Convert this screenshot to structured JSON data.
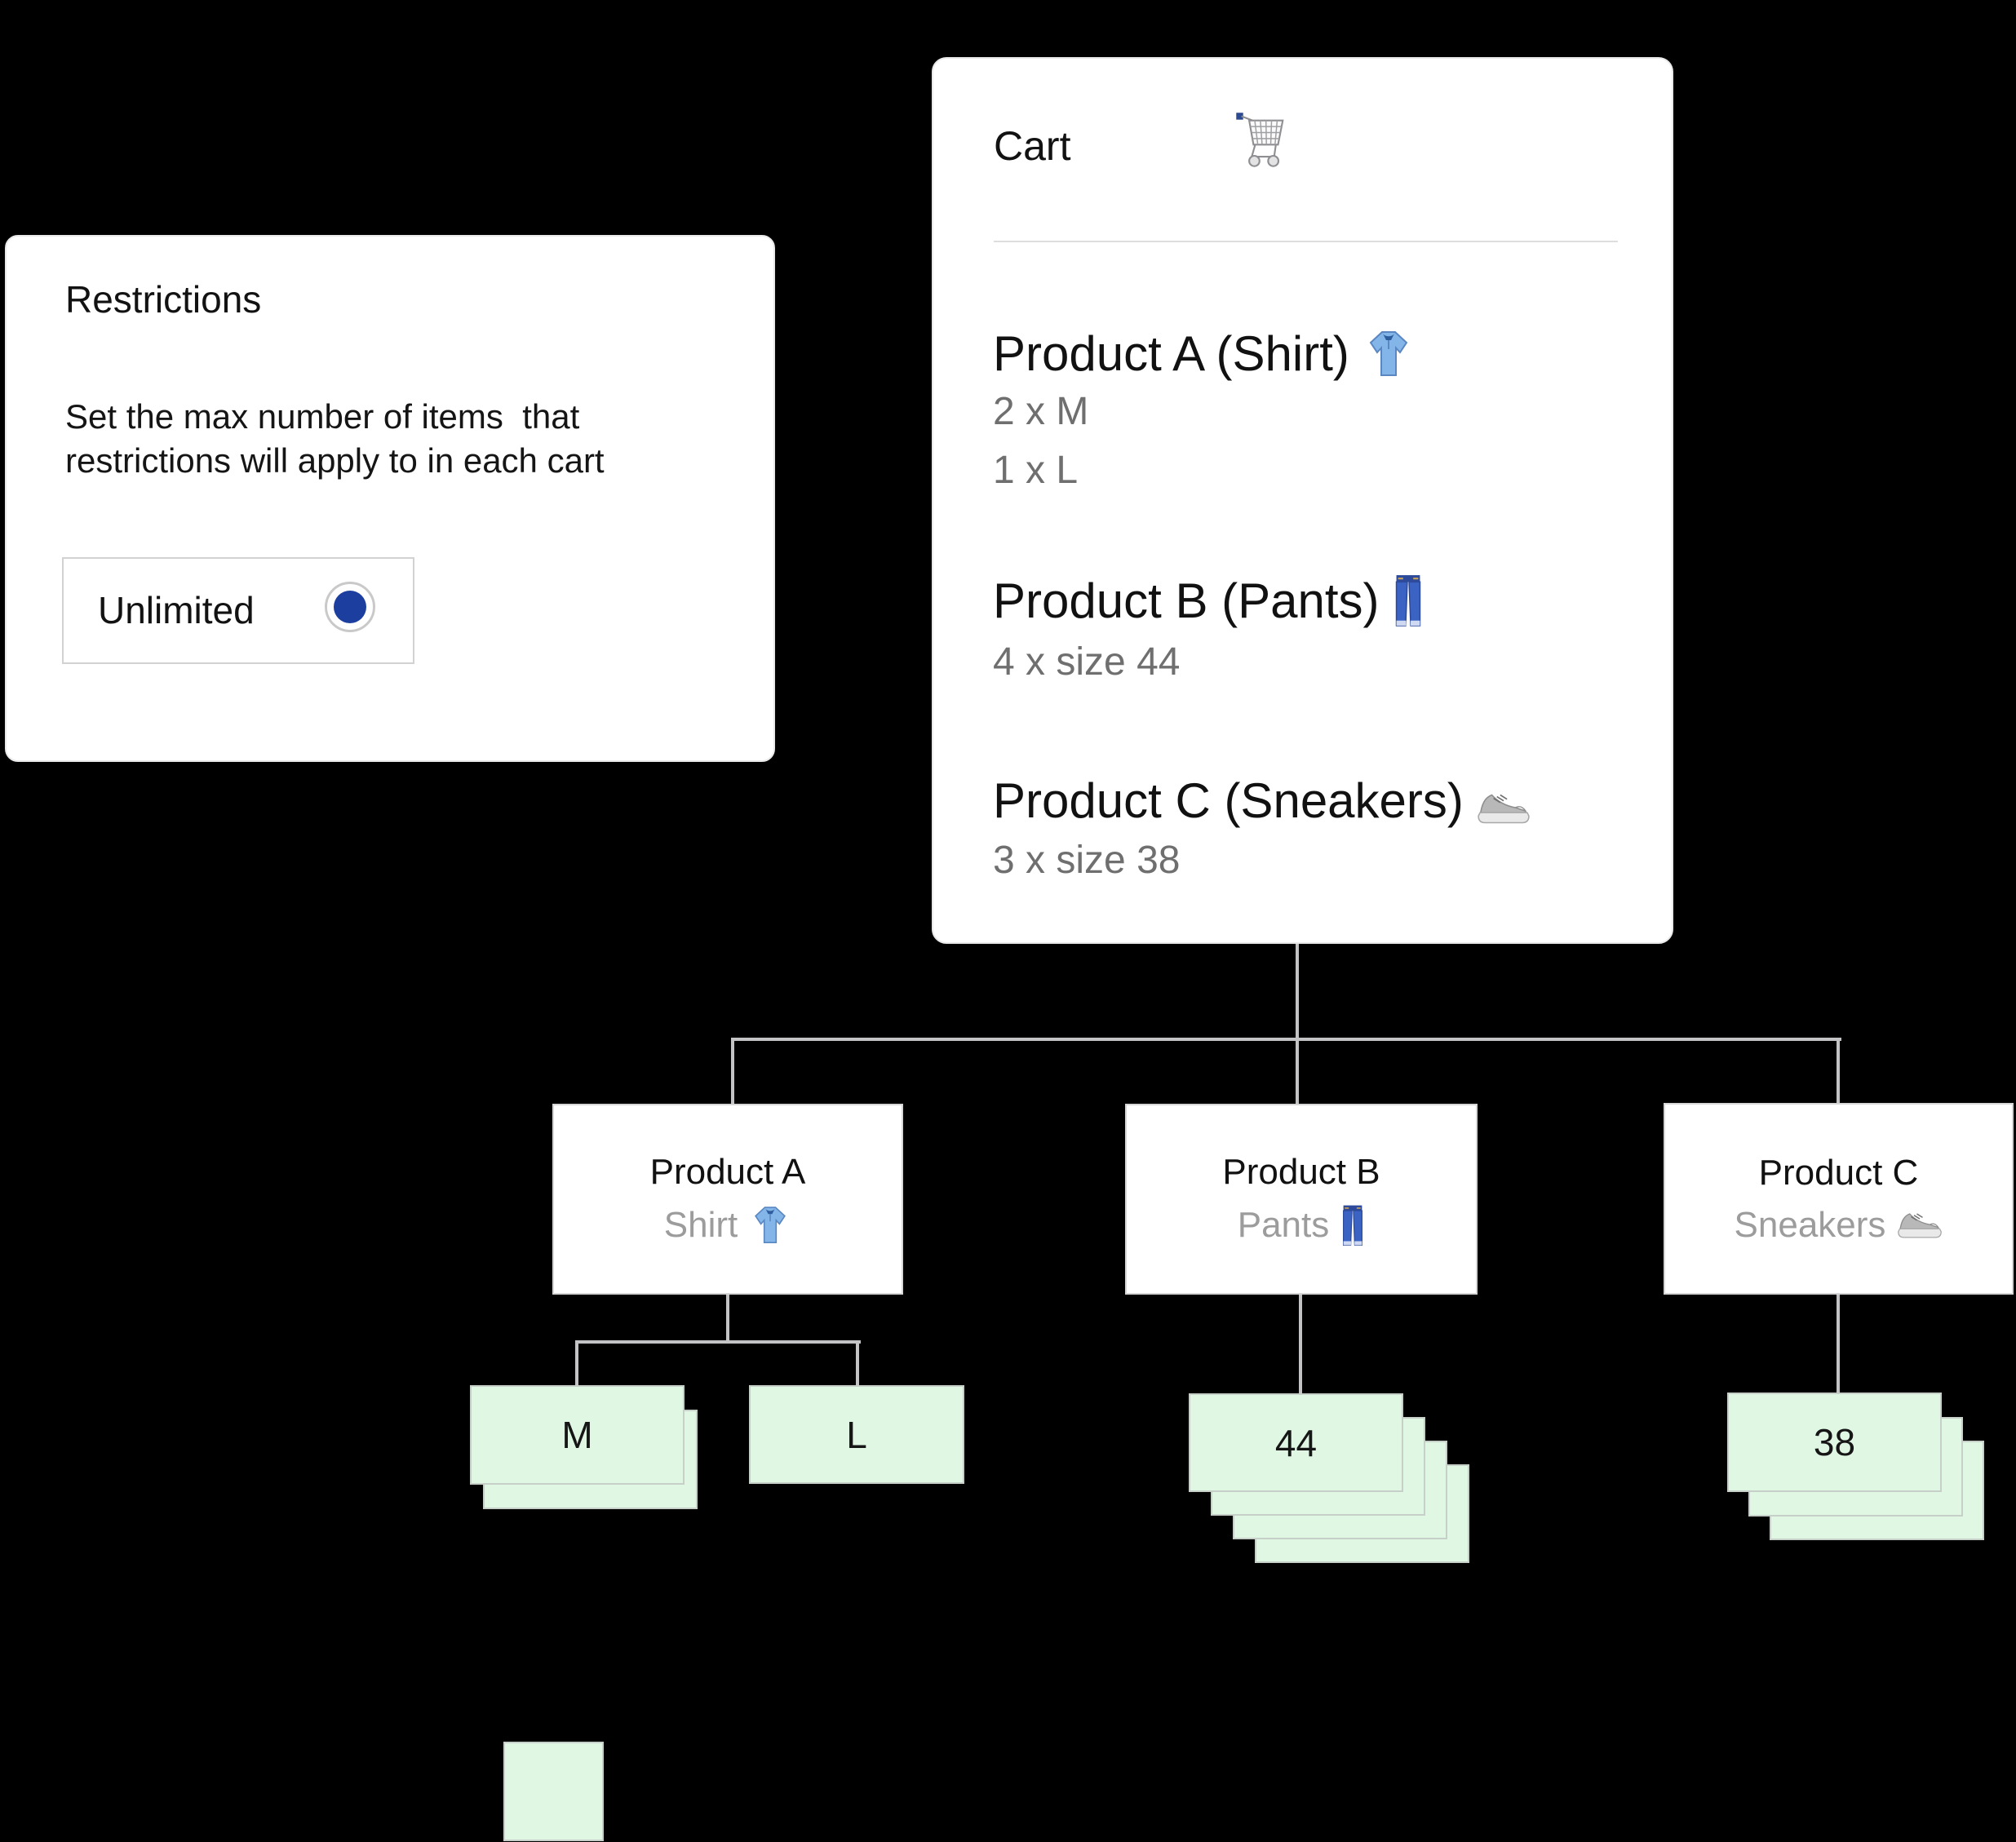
{
  "colors": {
    "background": "#000000",
    "card": "#ffffff",
    "chip_fill": "#e0f7e4",
    "chip_border": "#c7d0c8",
    "connector": "#c3c3c5",
    "radio_blue": "#1c3f9f",
    "muted_text": "#6f6f6f",
    "variant_text": "#9c9c9c"
  },
  "restrictions_card": {
    "title": "Restrictions",
    "description": "Set the max number of items  that\nrestrictions will apply to in each cart",
    "option": {
      "label": "Unlimited",
      "selected": true
    }
  },
  "cart_card": {
    "title": "Cart",
    "icon": "shopping-cart-icon",
    "items": [
      {
        "heading": "Product A (Shirt)",
        "icon": "tshirt-icon",
        "lines": [
          "2 x M",
          "1 x L"
        ]
      },
      {
        "heading": "Product B (Pants)",
        "icon": "jeans-icon",
        "lines": [
          "4 x size 44"
        ]
      },
      {
        "heading": "Product C (Sneakers)",
        "icon": "sneaker-icon",
        "lines": [
          "3 x size 38"
        ]
      }
    ]
  },
  "tree": {
    "products": [
      {
        "name": "Product A",
        "variant": "Shirt",
        "icon": "tshirt-icon",
        "sizes": [
          {
            "label": "M",
            "quantity": 2
          },
          {
            "label": "L",
            "quantity": 1
          }
        ]
      },
      {
        "name": "Product B",
        "variant": "Pants",
        "icon": "jeans-icon",
        "sizes": [
          {
            "label": "44",
            "quantity": 4
          }
        ]
      },
      {
        "name": "Product C",
        "variant": "Sneakers",
        "icon": "sneaker-icon",
        "sizes": [
          {
            "label": "38",
            "quantity": 3
          }
        ]
      }
    ],
    "overflow_chip": {
      "label": ""
    }
  }
}
